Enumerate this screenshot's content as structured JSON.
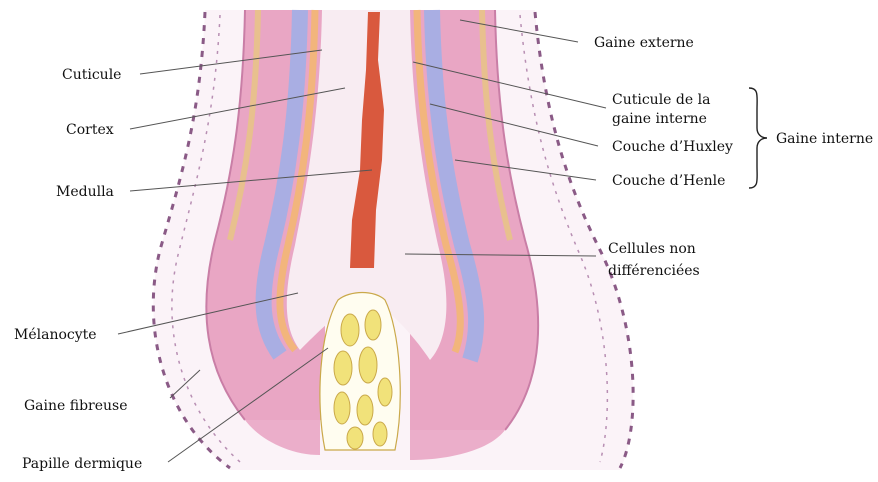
{
  "labels": {
    "cuticule": "Cuticule",
    "cortex": "Cortex",
    "medulla": "Medulla",
    "melanocyte": "Mélanocyte",
    "gaine_fibreuse": "Gaine fibreuse",
    "papille_dermique": "Papille dermique",
    "gaine_externe": "Gaine externe",
    "cuticule_gaine_interne_line1": "Cuticule de la",
    "cuticule_gaine_interne_line2": "gaine interne",
    "couche_huxley": "Couche d’Huxley",
    "couche_henle": "Couche d’Henle",
    "gaine_interne": "Gaine interne",
    "cellules_line1": "Cellules non",
    "cellules_line2": "différenciées"
  },
  "colors": {
    "outer_sheath_pink": "#e9a6c4",
    "outer_sheath_edge": "#c97ea6",
    "henle_orange": "#f2b57c",
    "huxley_blue": "#a9aee3",
    "inner_cells": "#f8ecf2",
    "medulla_red": "#d9593e",
    "papilla_yellow": "#f1e27a",
    "fibrous_dash": "#8a5a86",
    "leader_line": "#555555"
  }
}
